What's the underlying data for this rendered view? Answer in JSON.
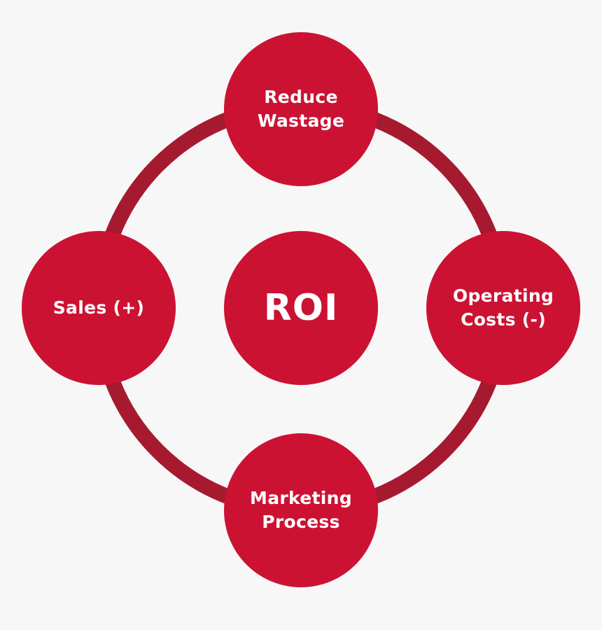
{
  "diagram": {
    "center": {
      "label": "ROI"
    },
    "nodes": {
      "top": {
        "label": "Reduce\nWastage"
      },
      "left": {
        "label": "Sales (+)"
      },
      "right": {
        "label": "Operating\nCosts (-)"
      },
      "bottom": {
        "label": "Marketing\nProcess"
      }
    }
  },
  "colors": {
    "background": "#f7f7f7",
    "circle_fill": "#cc1233",
    "ring": "#a61a30",
    "text": "#ffffff"
  }
}
